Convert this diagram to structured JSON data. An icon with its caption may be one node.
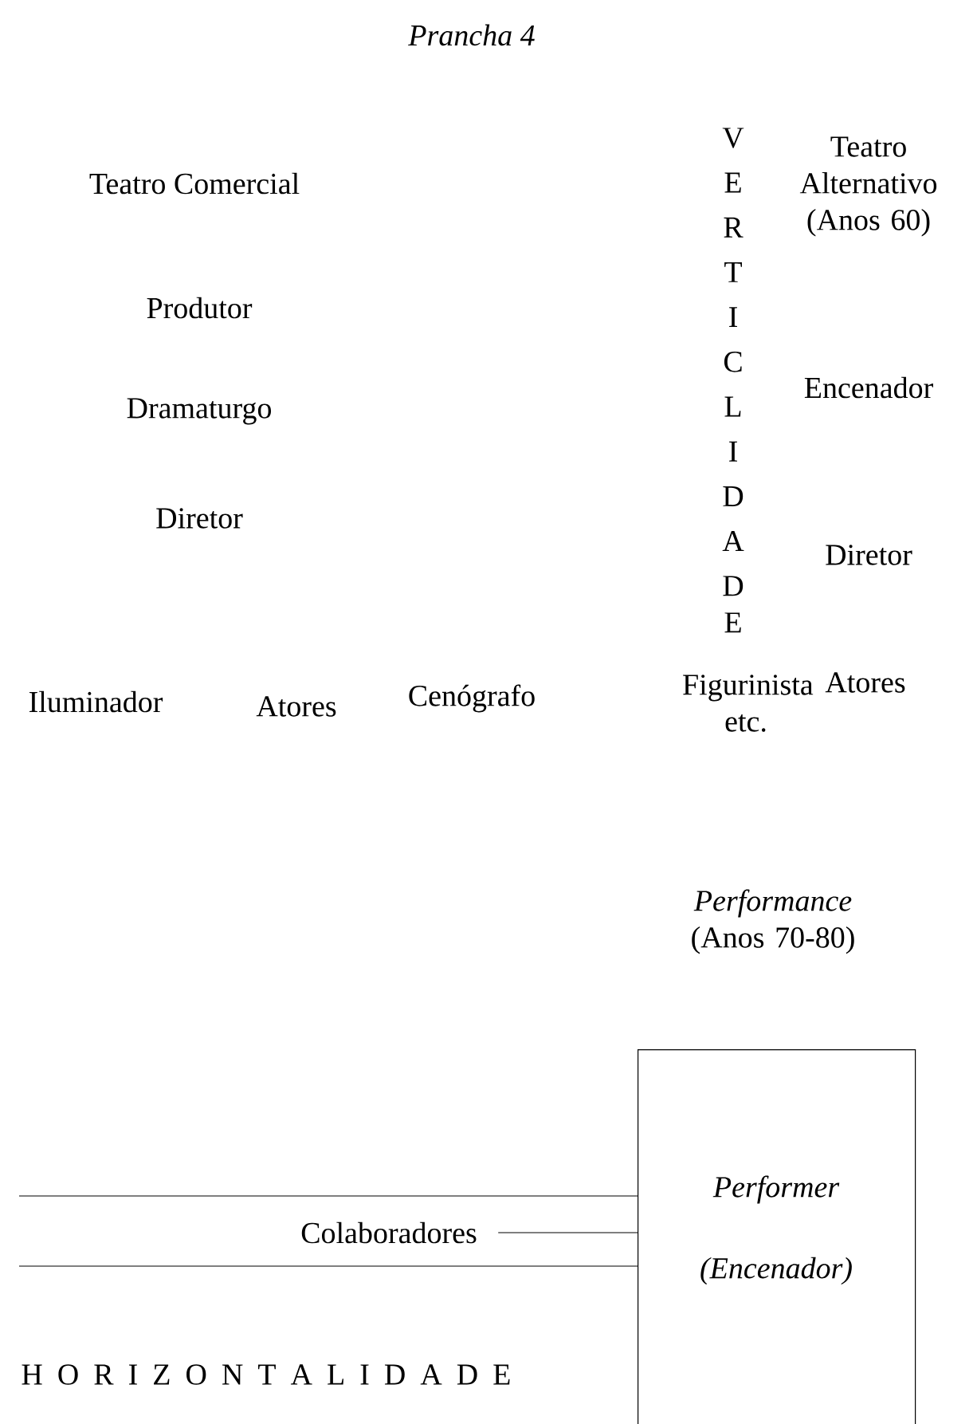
{
  "diagram": {
    "title": "Prancha 4",
    "nodes": [
      {
        "text": [
          "Performer",
          "(Encenador)"
        ]
      },
      {
        "text": [
          "Colaboradores"
        ]
      }
    ],
    "edges": [
      {
        "from": 1,
        "to": 0,
        "arrow": "none"
      },
      {
        "from": null,
        "to": 0,
        "arrow": "none"
      },
      {
        "from": null,
        "to": 0,
        "arrow": "none"
      }
    ],
    "labels": [
      "Teatro Comercial",
      "VERTICLIDADE",
      "Teatro Alternativo (Anos 60)",
      "Produtor",
      "Encenador",
      "Dramaturgo",
      "Diretor",
      "Diretor",
      "Iluminador",
      "Atores",
      "Cenógrafo",
      "Figurinista etc.",
      "Atores",
      "*Performance* (Anos 70-80)",
      "H O R I Z O N T A L I D A D E"
    ]
  }
}
